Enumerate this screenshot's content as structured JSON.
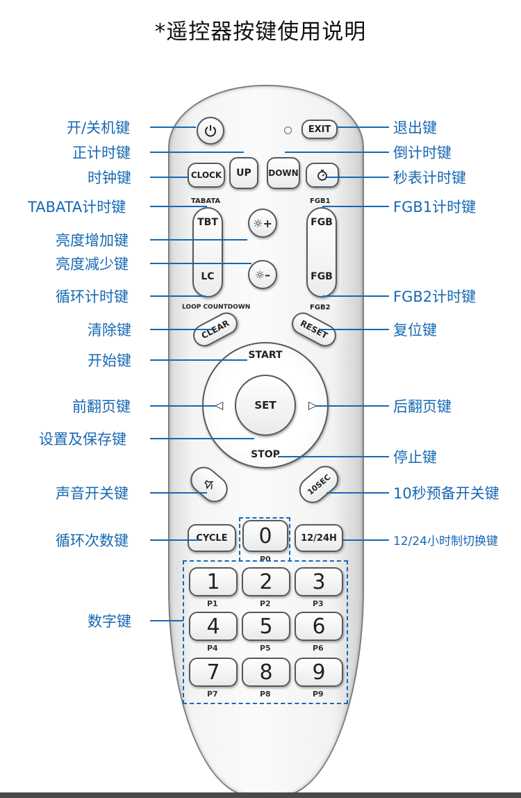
{
  "title": "*遥控器按键使用说明",
  "buttons": {
    "exit": "EXIT",
    "clock": "CLOCK",
    "up": "UP",
    "down": "DOWN",
    "tbt": "TBT",
    "fgb1": "FGB",
    "lc": "LC",
    "fgb2": "FGB",
    "clear": "CLEAR",
    "reset": "RESET",
    "start": "START",
    "set": "SET",
    "stop": "STOP",
    "tensec": "10SEC",
    "cycle": "CYCLE",
    "h1224": "12/24H",
    "n0": "0",
    "n1": "1",
    "n2": "2",
    "n3": "3",
    "n4": "4",
    "n5": "5",
    "n6": "6",
    "n7": "7",
    "n8": "8",
    "n9": "9",
    "bright_up": "☼+",
    "bright_down": "☼–",
    "prev": "◁",
    "next": "▷"
  },
  "small_labels": {
    "tabata": "TABATA",
    "fgb1": "FGB1",
    "loop": "LOOP COUNTDOWN",
    "fgb2": "FGB2",
    "p0": "P0",
    "p1": "P1",
    "p2": "P2",
    "p3": "P3",
    "p4": "P4",
    "p5": "P5",
    "p6": "P6",
    "p7": "P7",
    "p8": "P8",
    "p9": "P9"
  },
  "annotations": {
    "power": "开/关机键",
    "exit": "退出键",
    "count_up": "正计时键",
    "count_down": "倒计时键",
    "clock": "时钟键",
    "stopwatch": "秒表计时键",
    "tabata": "TABATA计时键",
    "fgb1": "FGB1计时键",
    "bright_up": "亮度增加键",
    "bright_down": "亮度减少键",
    "loop": "循环计时键",
    "fgb2": "FGB2计时键",
    "clear": "清除键",
    "reset": "复位键",
    "start": "开始键",
    "prev": "前翻页键",
    "next": "后翻页键",
    "set": "设置及保存键",
    "stop": "停止键",
    "mute": "声音开关键",
    "tensec": "10秒预备开关键",
    "cycle": "循环次数键",
    "h1224": "12/24小时制切换键",
    "digits": "数字键"
  },
  "colors": {
    "accent": "#1668b3",
    "button_border": "#55585c"
  }
}
